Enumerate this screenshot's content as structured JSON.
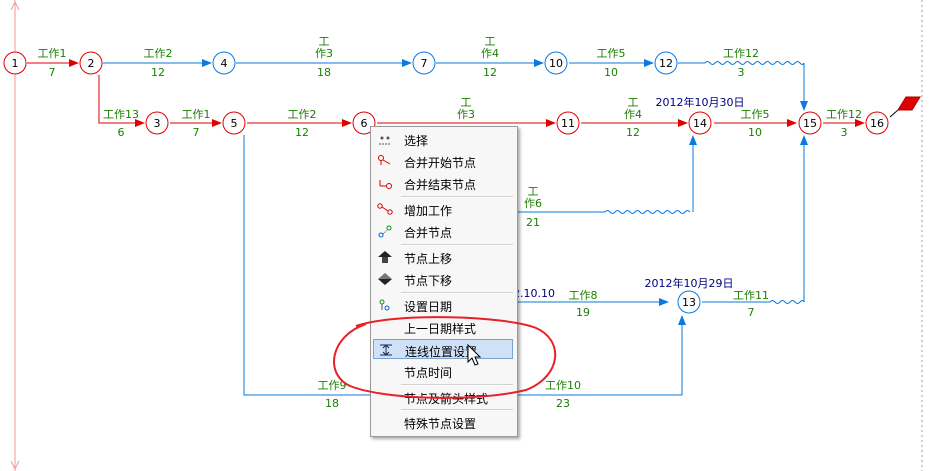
{
  "colors": {
    "critical": "#e00000",
    "normal": "#0a7ae0",
    "label": "#1a7f00",
    "date": "#000080",
    "highlight": "#cfe1f7",
    "annotation": "#e8202a"
  },
  "nodes": [
    "1",
    "2",
    "3",
    "4",
    "5",
    "6",
    "7",
    "10",
    "11",
    "12",
    "13",
    "14",
    "15",
    "16"
  ],
  "activities": [
    {
      "name": "工作1",
      "duration": "7"
    },
    {
      "name": "工作2",
      "duration": "12"
    },
    {
      "name": "工作3",
      "name_line1": "工",
      "name_line2": "作3",
      "duration": "18"
    },
    {
      "name": "工作4",
      "name_line1": "工",
      "name_line2": "作4",
      "duration": "12"
    },
    {
      "name": "工作5",
      "duration": "10"
    },
    {
      "name": "工作12",
      "duration": "3"
    },
    {
      "name": "工作13",
      "duration": "6"
    },
    {
      "name": "工作1",
      "duration": "7"
    },
    {
      "name": "工作2",
      "duration": "12"
    },
    {
      "name": "工作3",
      "name_line1": "工",
      "name_line2": "作3",
      "duration": ""
    },
    {
      "name": "工作4",
      "name_line1": "工",
      "name_line2": "作4",
      "duration": "12"
    },
    {
      "name": "工作5",
      "duration": "10"
    },
    {
      "name": "工作12",
      "duration": "3"
    },
    {
      "name": "工作6",
      "name_line1": "工",
      "name_line2": "作6",
      "duration": "21"
    },
    {
      "name": "工作8",
      "duration": "19"
    },
    {
      "name": "工作11",
      "duration": "7"
    },
    {
      "name": "工作9",
      "duration": "18"
    },
    {
      "name": "工作10",
      "duration": "23"
    }
  ],
  "dates": {
    "node14": "2012年10月30日",
    "node13": "2012年10月29日",
    "partial": "2.10.10"
  },
  "context_menu": {
    "items": [
      {
        "label": "选择",
        "icon": "select-icon"
      },
      {
        "label": "合并开始节点",
        "icon": "merge-start-icon"
      },
      {
        "label": "合并结束节点",
        "icon": "merge-end-icon"
      },
      {
        "label": "增加工作",
        "icon": "add-work-icon"
      },
      {
        "label": "合并节点",
        "icon": "merge-node-icon"
      },
      {
        "label": "节点上移",
        "icon": "node-up-icon"
      },
      {
        "label": "节点下移",
        "icon": "node-down-icon"
      },
      {
        "label": "设置日期",
        "icon": "set-date-icon"
      },
      {
        "label": "上一日期样式",
        "icon": ""
      },
      {
        "label": "连线位置设置",
        "icon": "line-position-icon",
        "highlighted": true
      },
      {
        "label": "节点时间",
        "icon": ""
      },
      {
        "label": "节点及箭头样式",
        "icon": ""
      },
      {
        "label": "特殊节点设置",
        "icon": ""
      }
    ]
  }
}
